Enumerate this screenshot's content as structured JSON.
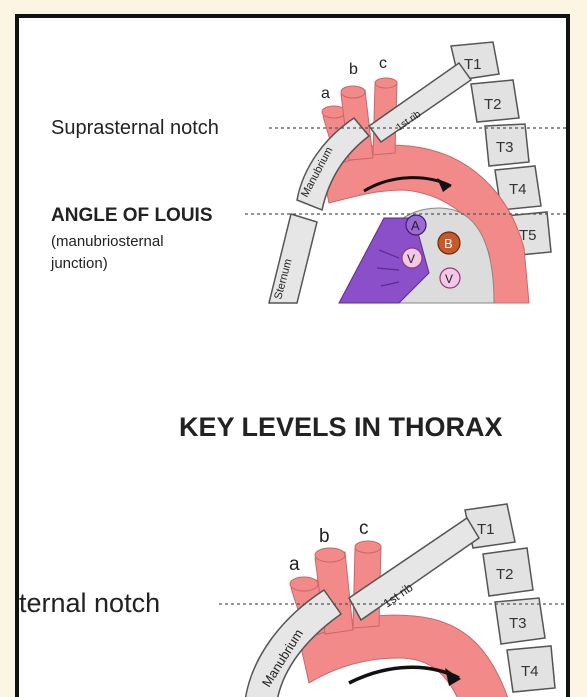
{
  "heading": "KEY LEVELS IN THORAX",
  "top_panel": {
    "vertebrae": [
      "T1",
      "T2",
      "T3",
      "T4",
      "T5"
    ],
    "vessel_labels": [
      "a",
      "b",
      "c"
    ],
    "rib_label": "1st rib",
    "manubrium_label": "Manubrium",
    "sternum_label": "Sternum",
    "suprasternal_label": "Suprasternal notch",
    "angle_label": "ANGLE OF LOUIS",
    "angle_sub1": "(manubriosternal",
    "angle_sub2": "junction)",
    "node_A": "A",
    "node_B": "B",
    "node_V": "V"
  },
  "bottom_panel": {
    "vertebrae": [
      "T1",
      "T2",
      "T3",
      "T4"
    ],
    "vessel_labels": [
      "a",
      "b",
      "c"
    ],
    "rib_label": "1st rib",
    "manubrium_label": "Manubrium",
    "suprasternal_label": "ternal notch"
  },
  "colors": {
    "artery": "#f28a8a",
    "vein": "#8a4fc9",
    "bronchus_node": "#c65a28",
    "vein_node": "#f4c6e8",
    "bone": "#e2e2e2"
  }
}
